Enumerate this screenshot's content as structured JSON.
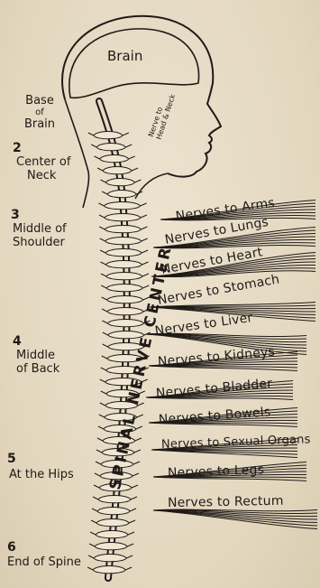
{
  "head": {
    "brain_label": "Brain",
    "nerve_label_line1": "Nerve to",
    "nerve_label_line2": "Head & Neck"
  },
  "spinal_title": "SPINAL NERVE CENTER",
  "levels": [
    {
      "number": "",
      "line1": "Base",
      "line2": "of",
      "line3": "Brain"
    },
    {
      "number": "2",
      "line1": "Center of",
      "line2": "Neck"
    },
    {
      "number": "3",
      "line1": "Middle of",
      "line2": "Shoulder"
    },
    {
      "number": "4",
      "line1": "Middle",
      "line2": "of Back"
    },
    {
      "number": "5",
      "line1": "At the Hips"
    },
    {
      "number": "6",
      "line1": "End of Spine"
    }
  ],
  "nerves": [
    "Nerves to Arms",
    "Nerves to Lungs",
    "Nerves to Heart",
    "Nerves to Stomach",
    "Nerves to Liver",
    "Nerves to Kidneys",
    "Nerves to Bladder",
    "Nerves to Bowels",
    "Nerves to Sexual Organs",
    "Nerves to Legs",
    "Nerves to Rectum"
  ]
}
